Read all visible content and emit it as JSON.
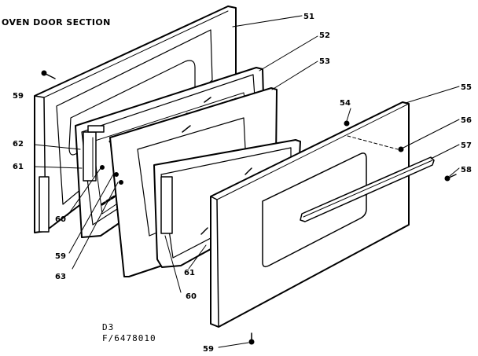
{
  "title": "OVEN DOOR SECTION",
  "footer": {
    "line1": "D3",
    "line2": "F/6478010"
  },
  "callouts": {
    "c51": "51",
    "c52": "52",
    "c53": "53",
    "c54": "54",
    "c55": "55",
    "c56": "56",
    "c57": "57",
    "c58": "58",
    "c59a": "59",
    "c62": "62",
    "c61a": "61",
    "c60a": "60",
    "c59b": "59",
    "c63": "63",
    "c61b": "61",
    "c60b": "60",
    "c59c": "59"
  }
}
